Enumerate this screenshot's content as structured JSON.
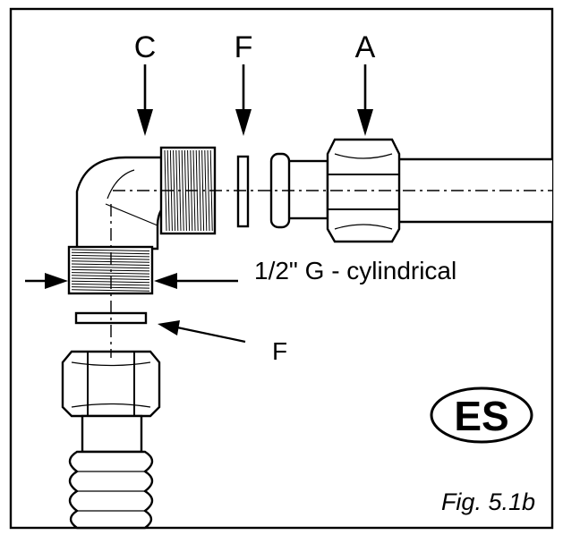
{
  "labels": {
    "c": "C",
    "f_top": "F",
    "a": "A",
    "thread_spec": "1/2\" G - cylindrical",
    "f_side": "F",
    "badge": "ES",
    "figure": "Fig. 5.1b"
  },
  "icons": {
    "arrow_down": "arrow-down-icon",
    "arrow_left": "arrow-left-icon",
    "arrow_right": "arrow-right-icon"
  },
  "colors": {
    "ink": "#000000",
    "paper": "#ffffff"
  }
}
